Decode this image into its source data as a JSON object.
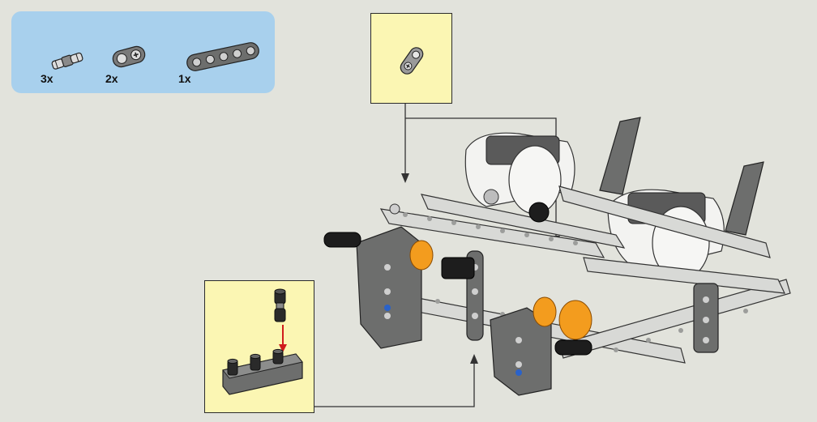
{
  "parts_list": {
    "items": [
      {
        "part": "pin-connector",
        "quantity": "3x"
      },
      {
        "part": "double-cross-block",
        "quantity": "2x"
      },
      {
        "part": "beam-5-module",
        "quantity": "1x"
      }
    ]
  },
  "colors": {
    "background": "#e2e3dc",
    "parts_box": "#a8d0ed",
    "callout": "#fbf6b3",
    "beam_dark": "#6d6e6d",
    "beam_light": "#d8d9d6",
    "motor_white": "#f3f3f1",
    "accent_orange": "#f39c1e",
    "pin_black": "#1d1d1d",
    "arrow_red": "#d01c1c",
    "arrow_blue": "#2a62c9"
  }
}
